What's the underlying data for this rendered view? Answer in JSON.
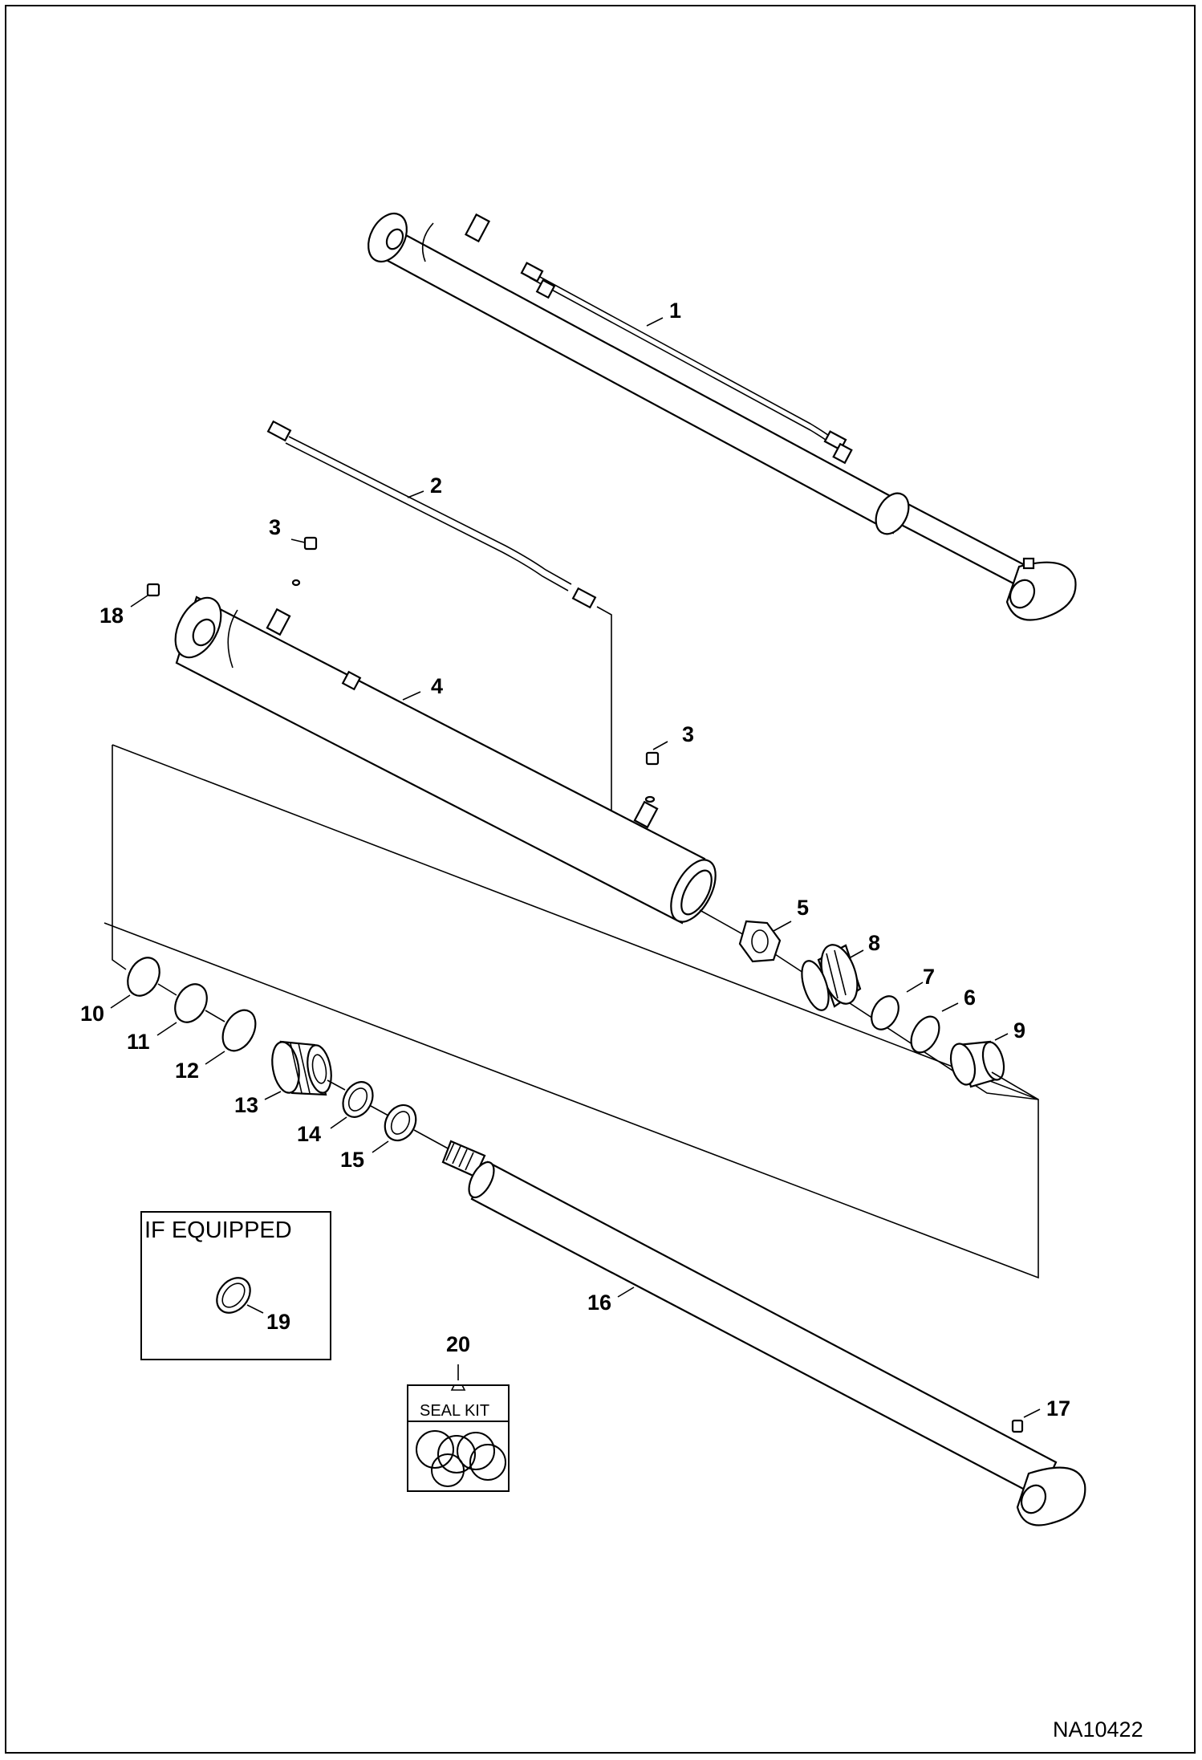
{
  "drawing_code": "NA10422",
  "inset": {
    "title": "IF EQUIPPED"
  },
  "seal_kit": {
    "label": "SEAL KIT"
  },
  "callouts": [
    {
      "id": "callout-1",
      "text": "1"
    },
    {
      "id": "callout-2",
      "text": "2"
    },
    {
      "id": "callout-3a",
      "text": "3"
    },
    {
      "id": "callout-3b",
      "text": "3"
    },
    {
      "id": "callout-4",
      "text": "4"
    },
    {
      "id": "callout-5",
      "text": "5"
    },
    {
      "id": "callout-6",
      "text": "6"
    },
    {
      "id": "callout-7",
      "text": "7"
    },
    {
      "id": "callout-8",
      "text": "8"
    },
    {
      "id": "callout-9",
      "text": "9"
    },
    {
      "id": "callout-10",
      "text": "10"
    },
    {
      "id": "callout-11",
      "text": "11"
    },
    {
      "id": "callout-12",
      "text": "12"
    },
    {
      "id": "callout-13",
      "text": "13"
    },
    {
      "id": "callout-14",
      "text": "14"
    },
    {
      "id": "callout-15",
      "text": "15"
    },
    {
      "id": "callout-16",
      "text": "16"
    },
    {
      "id": "callout-17",
      "text": "17"
    },
    {
      "id": "callout-18",
      "text": "18"
    },
    {
      "id": "callout-19",
      "text": "19"
    },
    {
      "id": "callout-20",
      "text": "20"
    }
  ]
}
